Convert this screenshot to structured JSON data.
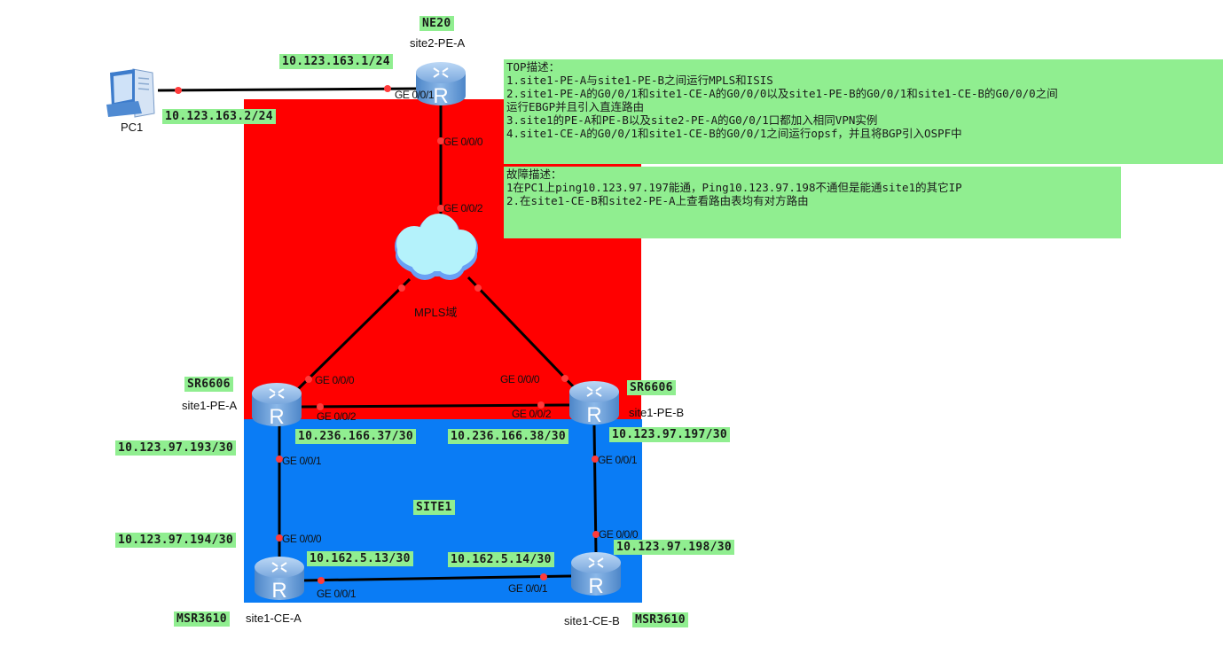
{
  "zones": {
    "mpls": {
      "label": "MPLS域",
      "color": "#ff0000"
    },
    "site1": {
      "label": "SITE1",
      "color": "#0a7cf5"
    }
  },
  "devices": {
    "pc1": {
      "name": "PC1",
      "icon": "pc-icon"
    },
    "site2_pe_a": {
      "name": "site2-PE-A",
      "model": "NE20",
      "icon": "router-icon"
    },
    "site1_pe_a": {
      "name": "site1-PE-A",
      "model": "SR6606",
      "icon": "router-icon"
    },
    "site1_pe_b": {
      "name": "site1-PE-B",
      "model": "SR6606",
      "icon": "router-icon"
    },
    "site1_ce_a": {
      "name": "site1-CE-A",
      "model": "MSR3610",
      "icon": "router-icon"
    },
    "site1_ce_b": {
      "name": "site1-CE-B",
      "model": "MSR3610",
      "icon": "router-icon"
    },
    "mpls_cloud": {
      "icon": "cloud-icon"
    }
  },
  "ports": {
    "site2_pe_a_g001": "GE 0/0/1",
    "site2_pe_a_g000": "GE 0/0/0",
    "cloud_g002": "GE 0/0/2",
    "site1_pe_a_g000": "GE 0/0/0",
    "site1_pe_a_g002": "GE 0/0/2",
    "site1_pe_a_g001": "GE 0/0/1",
    "site1_pe_b_g000": "GE 0/0/0",
    "site1_pe_b_g002": "GE 0/0/2",
    "site1_pe_b_g001": "GE 0/0/1",
    "site1_ce_a_g000": "GE 0/0/0",
    "site1_ce_a_g001": "GE 0/0/1",
    "site1_ce_b_g000": "GE 0/0/0",
    "site1_ce_b_g001": "GE 0/0/1"
  },
  "ips": {
    "site2_pe_a_g001": "10.123.163.1/24",
    "pc1": "10.123.163.2/24",
    "site1_pe_a_g002": "10.236.166.37/30",
    "site1_pe_b_g002": "10.236.166.38/30",
    "site1_pe_a_g001": "10.123.97.193/30",
    "site1_pe_b_g001": "10.123.97.197/30",
    "site1_ce_a_g000": "10.123.97.194/30",
    "site1_ce_b_g000": "10.123.97.198/30",
    "site1_ce_a_g001": "10.162.5.13/30",
    "site1_ce_b_g001": "10.162.5.14/30"
  },
  "notes": {
    "topology": {
      "title": "TOP描述：",
      "lines": [
        "1.site1-PE-A与site1-PE-B之间运行MPLS和ISIS",
        "2.site1-PE-A的G0/0/1和site1-CE-A的G0/0/0以及site1-PE-B的G0/0/1和site1-CE-B的G0/0/0之间",
        "运行EBGP并且引入直连路由",
        "3.site1的PE-A和PE-B以及site2-PE-A的G0/0/1口都加入相同VPN实例",
        "4.site1-CE-A的G0/0/1和site1-CE-B的G0/0/1之间运行opsf，并且将BGP引入OSPF中"
      ]
    },
    "fault": {
      "title": "故障描述：",
      "lines": [
        "1在PC1上ping10.123.97.197能通，Ping10.123.97.198不通但是能通site1的其它IP",
        "2.在site1-CE-B和site2-PE-A上查看路由表均有对方路由"
      ]
    }
  }
}
